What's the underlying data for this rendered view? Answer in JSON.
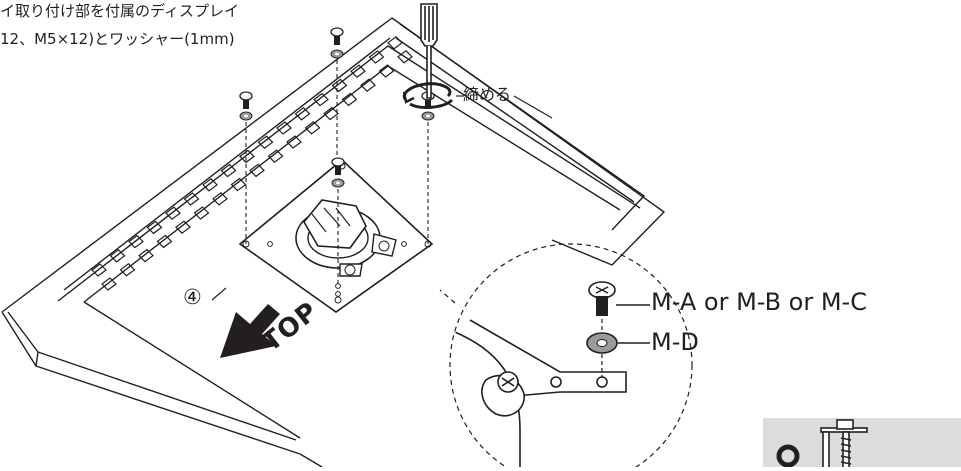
{
  "instructions": {
    "line1": "イ取り付け部を付属のディスプレイ",
    "line2": "12、M5×12)とワッシャー(1mm)"
  },
  "labels": {
    "tighten": "締める",
    "step_number": "④",
    "top_arrow": "TOP",
    "screw": "M-A or M-B or M-C",
    "washer": "M-D"
  },
  "icons": [
    "screwdriver-icon",
    "rotate-arrow-icon",
    "screw-icon",
    "washer-icon",
    "top-arrow-icon"
  ],
  "colors": {
    "line": "#231f20",
    "fill": "#ffffff",
    "inset_bg": "#dcdcdc",
    "washer_gray": "#9a9a9a"
  }
}
